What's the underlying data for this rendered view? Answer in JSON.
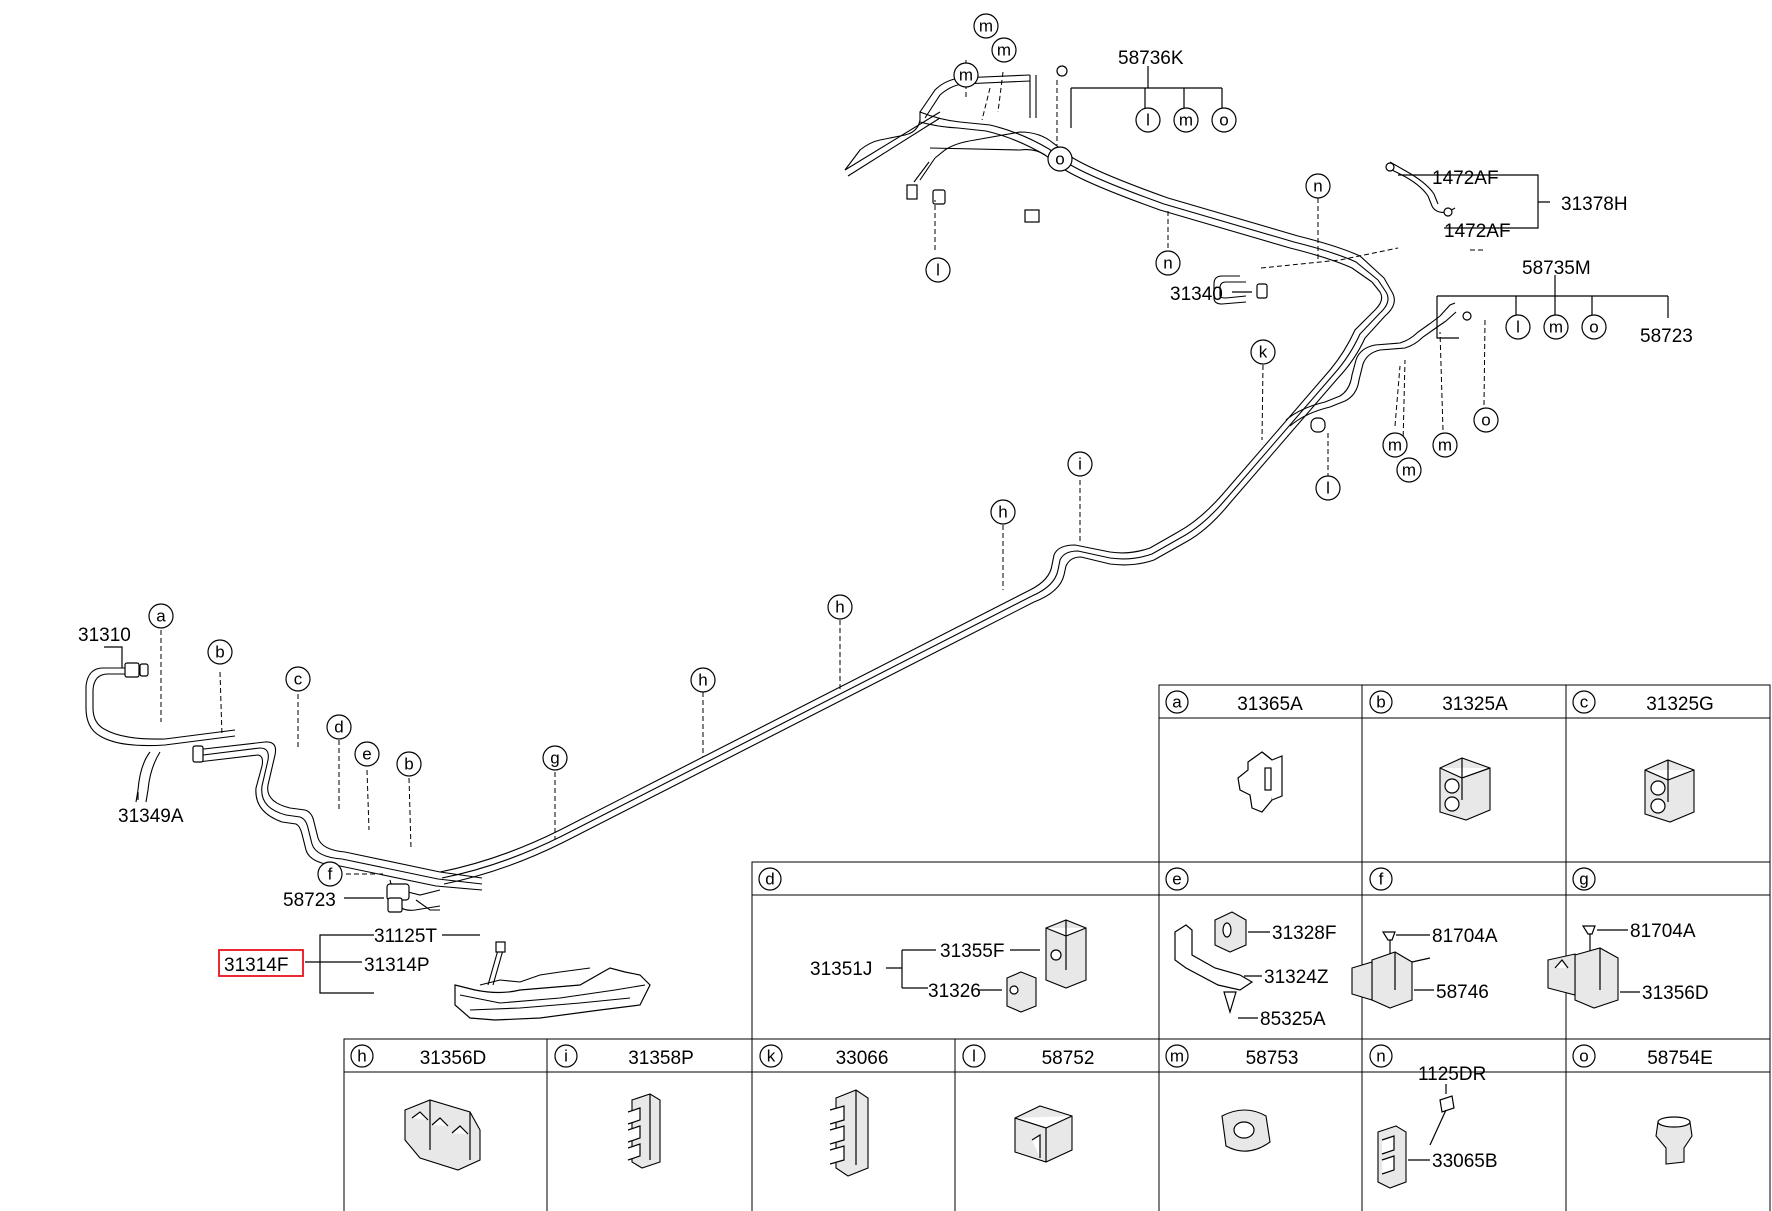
{
  "diagram": {
    "labels": {
      "p58736K": "58736K",
      "p1472AF_top": "1472AF",
      "p1472AF_bottom": "1472AF",
      "p31378H": "31378H",
      "p31340": "31340",
      "p58735M": "58735M",
      "p58723_right": "58723",
      "p31310": "31310",
      "p31349A": "31349A",
      "p58723_left": "58723",
      "p31125T": "31125T",
      "p31314F": "31314F",
      "p31314P": "31314P"
    },
    "callouts": {
      "m1": "m",
      "m2": "m",
      "m3": "m",
      "o1": "o",
      "l1": "l",
      "l_58736K": "l",
      "m_58736K": "m",
      "o_58736K": "o",
      "n1": "n",
      "n2": "n",
      "l_58735M": "l",
      "m_58735M": "m",
      "o_58735M": "o",
      "k1": "k",
      "l2": "l",
      "m4": "m",
      "m5": "m",
      "m6": "m",
      "o2": "o",
      "i1": "i",
      "h1": "h",
      "h2": "h",
      "h3": "h",
      "a1": "a",
      "b1": "b",
      "c1": "c",
      "d1": "d",
      "e1": "e",
      "b2": "b",
      "g1": "g",
      "f1": "f"
    },
    "highlight_color": "#e8121c"
  },
  "table": {
    "cells": [
      {
        "key": "a",
        "part": "31365A"
      },
      {
        "key": "b",
        "part": "31325A"
      },
      {
        "key": "c",
        "part": "31325G"
      },
      {
        "key": "d",
        "part": ""
      },
      {
        "key": "e",
        "part": ""
      },
      {
        "key": "f",
        "part": ""
      },
      {
        "key": "g",
        "part": ""
      },
      {
        "key": "h",
        "part": "31356D"
      },
      {
        "key": "i",
        "part": "31358P"
      },
      {
        "key": "k",
        "part": "33066"
      },
      {
        "key": "l",
        "part": "58752"
      },
      {
        "key": "m",
        "part": "58753"
      },
      {
        "key": "n",
        "part": ""
      },
      {
        "key": "o",
        "part": "58754E"
      }
    ],
    "d": {
      "p31351J": "31351J",
      "p31355F": "31355F",
      "p31326": "31326"
    },
    "e": {
      "p31328F": "31328F",
      "p31324Z": "31324Z",
      "p85325A": "85325A"
    },
    "f": {
      "p81704A": "81704A",
      "p58746": "58746"
    },
    "g": {
      "p81704A": "81704A",
      "p31356D": "31356D"
    },
    "n": {
      "p1125DR": "1125DR",
      "p33065B": "33065B"
    }
  }
}
